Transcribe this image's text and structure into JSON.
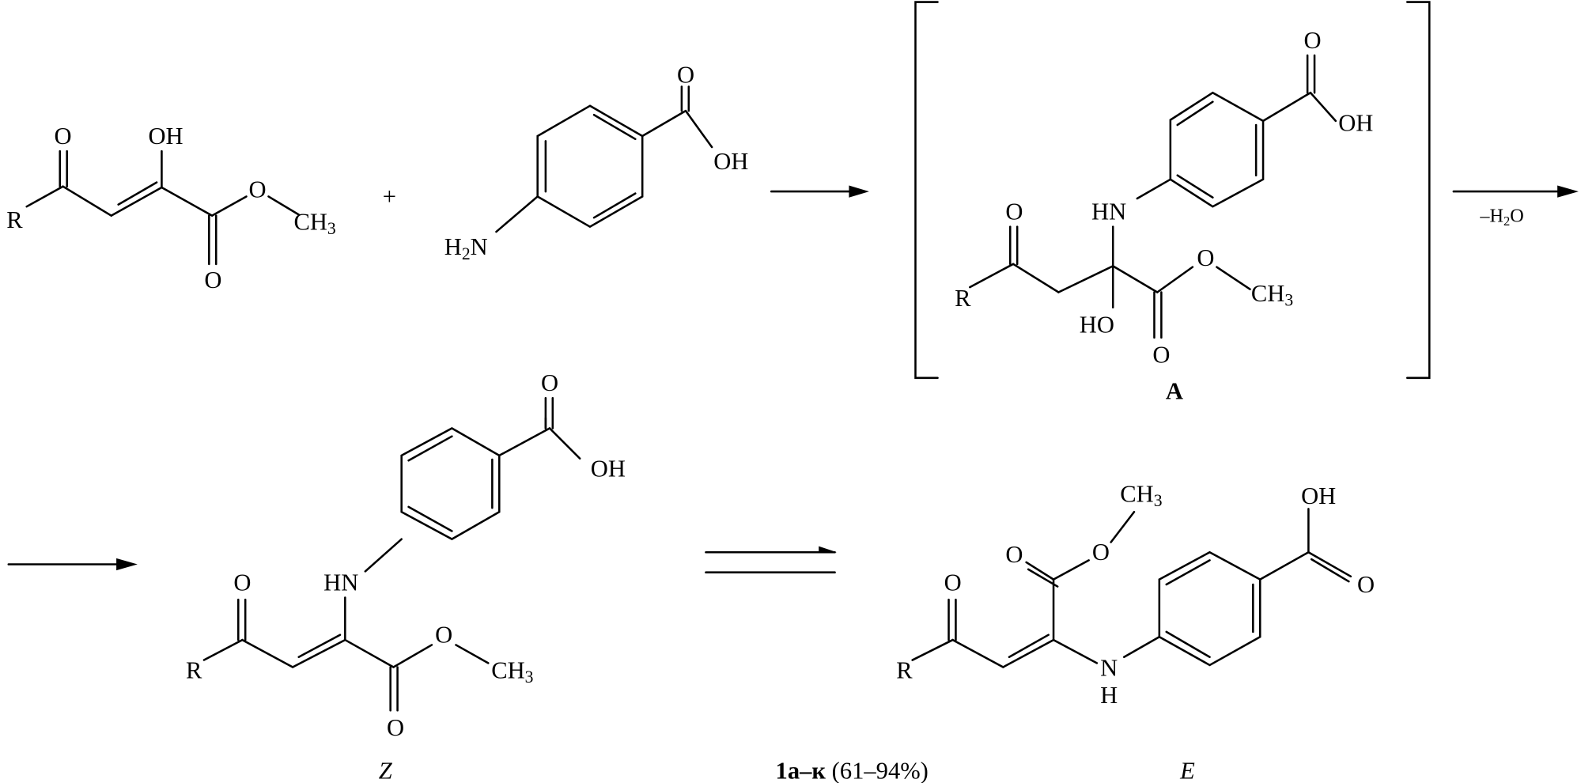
{
  "labels": {
    "R": "R",
    "O": "O",
    "OH": "OH",
    "HO": "HO",
    "HN": "HN",
    "N": "N",
    "H": "H",
    "CH": "CH",
    "three": "3",
    "two": "2",
    "plus": "+"
  },
  "intermediate_label": "A",
  "step_label": {
    "prefix": "–H",
    "sub": "2",
    "suffix": "O"
  },
  "isomers": {
    "z": "Z",
    "e": "E"
  },
  "product": {
    "code": "1а–к",
    "yield": "(61–94%)"
  }
}
